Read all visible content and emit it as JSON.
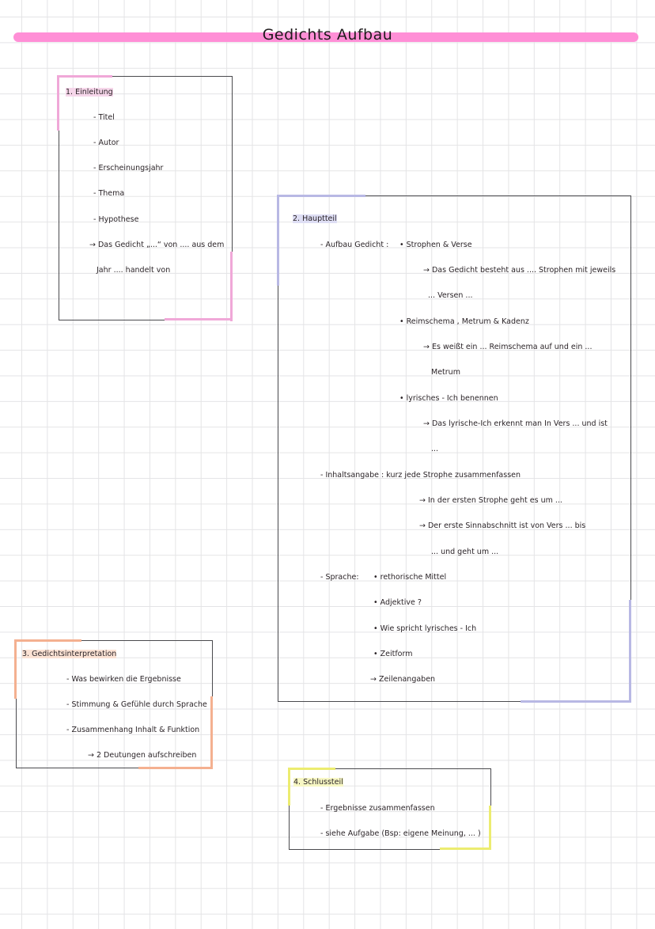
{
  "title": "Gedichts Aufbau",
  "colors": {
    "title_bar": "#ff8fd6",
    "section1": "#f0a8d8",
    "section2": "#b8b8e4",
    "section3": "#f4b090",
    "section4": "#ecec70"
  },
  "section1": {
    "heading": "1. Einleitung",
    "items": [
      "- Titel",
      "- Autor",
      "- Erscheinungsjahr",
      "- Thema",
      "- Hypothese"
    ],
    "arrow_line1": "→ Das Gedicht „...“ von .... aus dem",
    "arrow_line2": "Jahr .... handelt von"
  },
  "section2": {
    "heading": "2. Hauptteil",
    "aufbau_label": "- Aufbau Gedicht :",
    "aufbau_bullet1": "• Strophen & Verse",
    "aufbau_arrow1_l1": "→ Das Gedicht besteht aus .... Strophen mit jeweils",
    "aufbau_arrow1_l2": "... Versen ...",
    "aufbau_bullet2": "• Reimschema , Metrum & Kadenz",
    "aufbau_arrow2_l1": "→ Es weißt ein ... Reimschema auf und ein ...",
    "aufbau_arrow2_l2": "Metrum",
    "aufbau_bullet3": "• lyrisches - Ich benennen",
    "aufbau_arrow3_l1": "→ Das lyrische-Ich erkennt man In Vers ... und ist",
    "aufbau_arrow3_l2": "...",
    "inhalt_label": "- Inhaltsangabe : kurz jede Strophe zusammenfassen",
    "inhalt_arrow1": "→ In der ersten Strophe geht es um ...",
    "inhalt_arrow2_l1": "→ Der erste Sinnabschnitt ist von Vers ... bis",
    "inhalt_arrow2_l2": "... und geht um ...",
    "sprache_label": "- Sprache:",
    "sprache_items": [
      "• rethorische Mittel",
      "• Adjektive ?",
      "• Wie spricht lyrisches - Ich",
      "• Zeitform"
    ],
    "sprache_arrow": "→ Zeilenangaben"
  },
  "section3": {
    "heading": "3. Gedichtsinterpretation",
    "items": [
      "- Was bewirken die Ergebnisse",
      "- Stimmung & Gefühle durch Sprache",
      "- Zusammenhang Inhalt & Funktion"
    ],
    "arrow": "→ 2 Deutungen aufschreiben"
  },
  "section4": {
    "heading": "4. Schlussteil",
    "items": [
      "- Ergebnisse zusammenfassen",
      "- siehe Aufgabe (Bsp: eigene Meinung, ... )"
    ]
  }
}
